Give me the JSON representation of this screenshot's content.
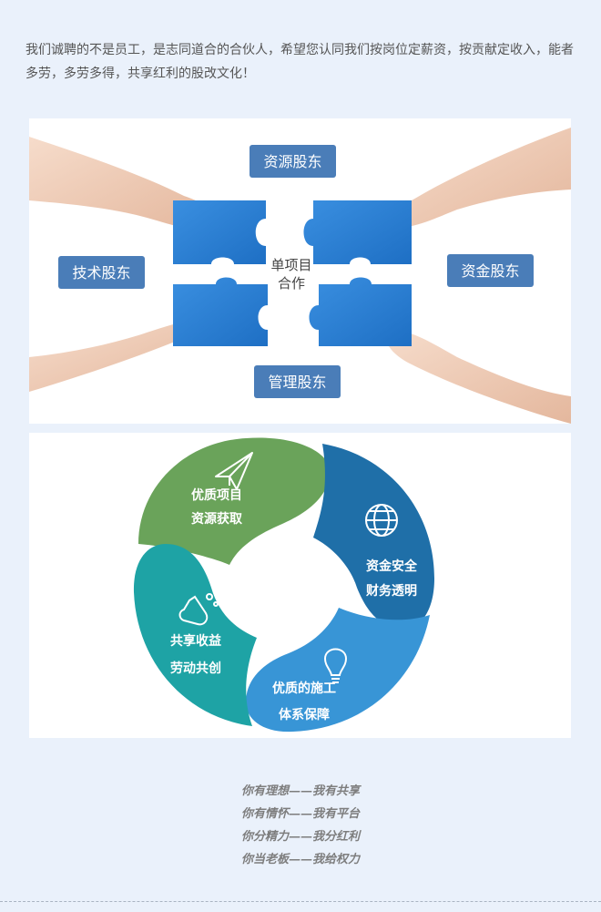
{
  "intro": "我们诚聘的不是员工，是志同道合的合伙人，希望您认同我们按岗位定薪资，按贡献定收入，能者多劳，多劳多得，共享红利的股改文化！",
  "puzzle": {
    "top_label": "资源股东",
    "left_label": "技术股东",
    "right_label": "资金股东",
    "bottom_label": "管理股东",
    "center_line1": "单项目",
    "center_line2": "合作"
  },
  "cycle": {
    "green_line1": "优质项目",
    "green_line2": "资源获取",
    "blue_line1": "资金安全",
    "blue_line2": "财务透明",
    "lightblue_line1": "优质的施工",
    "lightblue_line2": "体系保障",
    "teal_line1": "共享收益",
    "teal_line2": "劳动共创",
    "colors": {
      "green": "#6aa35a",
      "blue": "#1f6fa8",
      "lightblue": "#3895d6",
      "teal": "#1ea3a5"
    }
  },
  "slogans": [
    "你有理想——我有共享",
    "你有情怀——我有平台",
    "你分精力——我分红利",
    "你当老板——我给权力"
  ]
}
